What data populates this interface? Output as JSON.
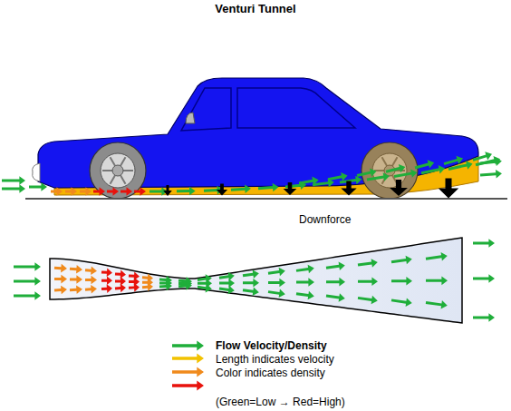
{
  "diagram": {
    "title": "Venturi Tunnel",
    "labels": [
      "Downforce"
    ],
    "legend": [
      {
        "text": "Flow Velocity/Density"
      },
      {
        "text": "Length indicates velocity"
      },
      {
        "text": "Color indicates density"
      },
      {
        "text": "(Green=Low → Red=High)"
      }
    ]
  }
}
